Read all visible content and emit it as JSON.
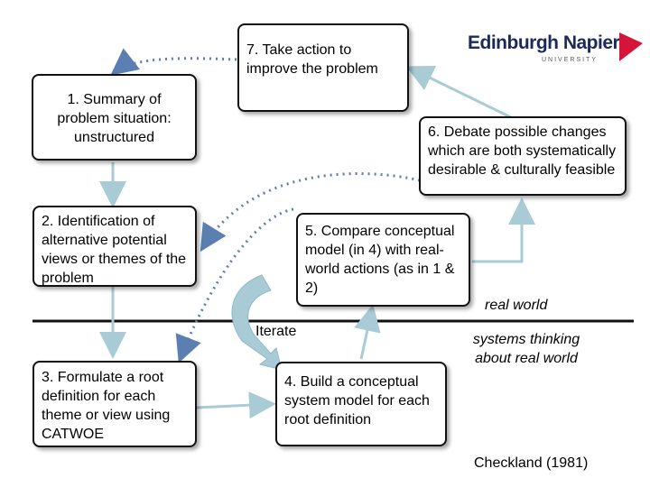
{
  "logo": {
    "name": "Edinburgh Napier",
    "sub": "UNIVERSITY"
  },
  "boxes": {
    "b1": "1. Summary of problem situation: unstructured",
    "b2": "2. Identification of alternative potential views or themes of the problem",
    "b3": "3. Formulate a root definition for each theme or view using CATWOE",
    "b4": "4. Build a conceptual system model for each root definition",
    "b5": "5. Compare conceptual model (in 4) with real-world actions (as in 1 & 2)",
    "b6": "6. Debate possible changes which are both systematically desirable & culturally feasible",
    "b7": "7. Take action to improve the problem"
  },
  "labels": {
    "iterate": "Iterate",
    "real_world": "real world",
    "systems_thinking": "systems thinking about real world",
    "citation": "Checkland (1981)"
  }
}
